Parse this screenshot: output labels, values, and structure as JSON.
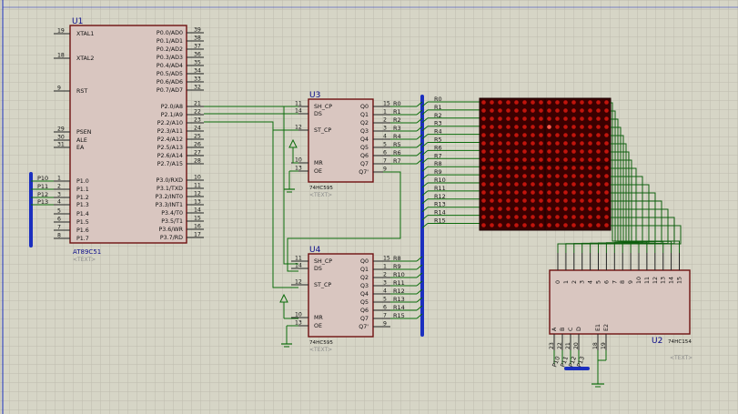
{
  "u1": {
    "ref": "U1",
    "part": "AT89C51",
    "text": "<TEXT>",
    "left_pins": [
      {
        "num": "19",
        "name": "XTAL1"
      },
      {
        "num": "18",
        "name": "XTAL2"
      },
      {
        "num": "9",
        "name": "RST"
      },
      {
        "num": "29",
        "name": "PSEN"
      },
      {
        "num": "30",
        "name": "ALE"
      },
      {
        "num": "31",
        "name": "EA"
      },
      {
        "num": "1",
        "name": "P1.0"
      },
      {
        "num": "2",
        "name": "P1.1"
      },
      {
        "num": "3",
        "name": "P1.2"
      },
      {
        "num": "4",
        "name": "P1.3"
      },
      {
        "num": "5",
        "name": "P1.4"
      },
      {
        "num": "6",
        "name": "P1.5"
      },
      {
        "num": "7",
        "name": "P1.6"
      },
      {
        "num": "8",
        "name": "P1.7"
      }
    ],
    "right_pins": [
      {
        "num": "39",
        "name": "P0.0/AD0"
      },
      {
        "num": "38",
        "name": "P0.1/AD1"
      },
      {
        "num": "37",
        "name": "P0.2/AD2"
      },
      {
        "num": "36",
        "name": "P0.3/AD3"
      },
      {
        "num": "35",
        "name": "P0.4/AD4"
      },
      {
        "num": "34",
        "name": "P0.5/AD5"
      },
      {
        "num": "33",
        "name": "P0.6/AD6"
      },
      {
        "num": "32",
        "name": "P0.7/AD7"
      },
      {
        "num": "21",
        "name": "P2.0/A8"
      },
      {
        "num": "22",
        "name": "P2.1/A9"
      },
      {
        "num": "23",
        "name": "P2.2/A10"
      },
      {
        "num": "24",
        "name": "P2.3/A11"
      },
      {
        "num": "25",
        "name": "P2.4/A12"
      },
      {
        "num": "26",
        "name": "P2.5/A13"
      },
      {
        "num": "27",
        "name": "P2.6/A14"
      },
      {
        "num": "28",
        "name": "P2.7/A15"
      },
      {
        "num": "10",
        "name": "P3.0/RXD"
      },
      {
        "num": "11",
        "name": "P3.1/TXD"
      },
      {
        "num": "12",
        "name": "P3.2/INT0"
      },
      {
        "num": "13",
        "name": "P3.3/INT1"
      },
      {
        "num": "14",
        "name": "P3.4/T0"
      },
      {
        "num": "15",
        "name": "P3.5/T1"
      },
      {
        "num": "16",
        "name": "P3.6/WR"
      },
      {
        "num": "17",
        "name": "P3.7/RD"
      }
    ],
    "port_labels": [
      "P10",
      "P11",
      "P12",
      "P13"
    ]
  },
  "u3": {
    "ref": "U3",
    "part": "74HC595",
    "text": "<TEXT>",
    "left_pins": [
      {
        "num": "11",
        "name": "SH_CP"
      },
      {
        "num": "14",
        "name": "DS"
      },
      {
        "num": "12",
        "name": "ST_CP"
      },
      {
        "num": "10",
        "name": "MR"
      },
      {
        "num": "13",
        "name": "OE"
      }
    ],
    "right_pins": [
      {
        "num": "15",
        "name": "Q0"
      },
      {
        "num": "1",
        "name": "Q1"
      },
      {
        "num": "2",
        "name": "Q2"
      },
      {
        "num": "3",
        "name": "Q3"
      },
      {
        "num": "4",
        "name": "Q4"
      },
      {
        "num": "5",
        "name": "Q5"
      },
      {
        "num": "6",
        "name": "Q6"
      },
      {
        "num": "7",
        "name": "Q7"
      },
      {
        "num": "9",
        "name": "Q7'"
      }
    ],
    "nets": [
      "R0",
      "R1",
      "R2",
      "R3",
      "R4",
      "R5",
      "R6",
      "R7"
    ]
  },
  "u4": {
    "ref": "U4",
    "part": "74HC595",
    "text": "<TEXT>",
    "left_pins": [
      {
        "num": "11",
        "name": "SH_CP"
      },
      {
        "num": "14",
        "name": "DS"
      },
      {
        "num": "12",
        "name": "ST_CP"
      },
      {
        "num": "10",
        "name": "MR"
      },
      {
        "num": "13",
        "name": "OE"
      }
    ],
    "right_pins": [
      {
        "num": "15",
        "name": "Q0"
      },
      {
        "num": "1",
        "name": "Q1"
      },
      {
        "num": "2",
        "name": "Q2"
      },
      {
        "num": "3",
        "name": "Q3"
      },
      {
        "num": "4",
        "name": "Q4"
      },
      {
        "num": "5",
        "name": "Q5"
      },
      {
        "num": "6",
        "name": "Q6"
      },
      {
        "num": "7",
        "name": "Q7"
      },
      {
        "num": "9",
        "name": "Q7'"
      }
    ],
    "nets": [
      "R8",
      "R9",
      "R10",
      "R11",
      "R12",
      "R13",
      "R14",
      "R15"
    ]
  },
  "u2": {
    "ref": "U2",
    "part": "74HC154",
    "text": "<TEXT>",
    "outputs": [
      "0",
      "1",
      "2",
      "3",
      "4",
      "5",
      "6",
      "7",
      "8",
      "9",
      "10",
      "11",
      "12",
      "13",
      "14",
      "15"
    ],
    "inputs": [
      "A",
      "B",
      "C",
      "D",
      "E1",
      "E2"
    ],
    "input_pins": [
      "23",
      "22",
      "21",
      "20",
      "18",
      "19"
    ],
    "port_labels": [
      "P10",
      "P11",
      "P12",
      "P13"
    ]
  },
  "matrix": {
    "row_labels": [
      "R0",
      "R1",
      "R2",
      "R3",
      "R4",
      "R5",
      "R6",
      "R7",
      "R8",
      "R9",
      "R10",
      "R11",
      "R12",
      "R13",
      "R14",
      "R15"
    ],
    "led_color": "#c1140c",
    "lit_led_color": "#ff5a4a",
    "body_color": "#3a0000"
  },
  "colors": {
    "background": "#d6d5c6",
    "grid": "#bdbcad",
    "chip_fill": "#d9c6c0",
    "chip_border": "#6e1010",
    "wire": "#0a6b0a",
    "bus": "#1b2fbf",
    "ref_label": "#0b0b8a"
  }
}
